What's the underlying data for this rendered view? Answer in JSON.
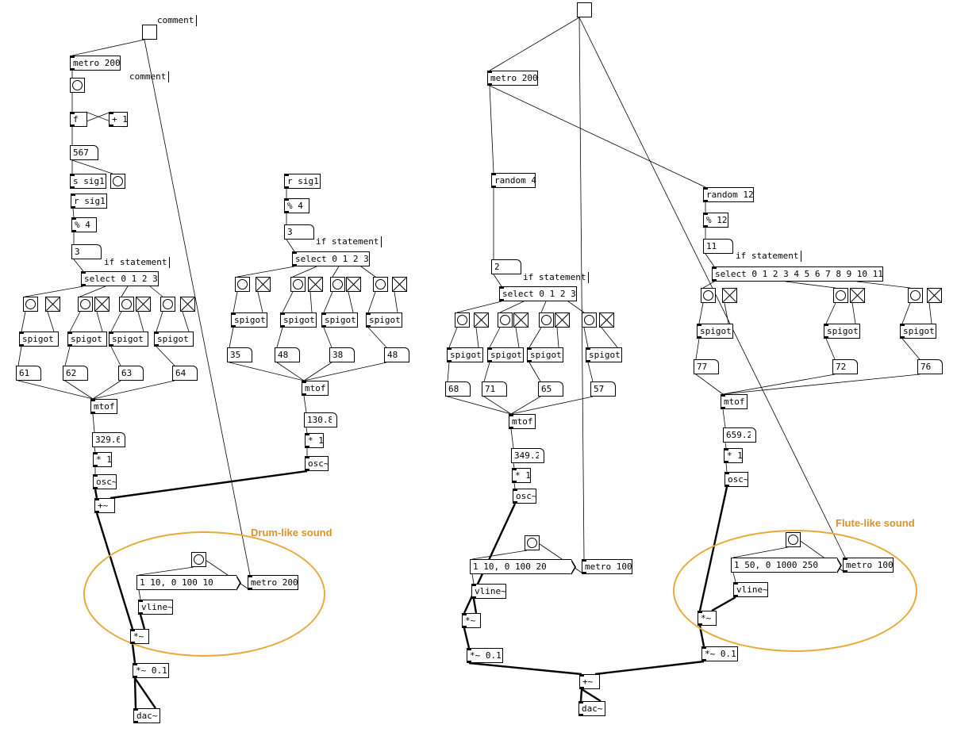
{
  "colors": {
    "annotation": "#d9922b",
    "ellipse": "#e8a93a",
    "cord": "#000000"
  },
  "patch_left": {
    "loadbang_toggle": "toggle",
    "comment_top": "comment",
    "comment_mid": "comment",
    "metro": "metro 200",
    "bang": "bang",
    "float": "f",
    "plus": "+ 1",
    "counter_value": "567",
    "send": "s sig1",
    "send_bang": "bang",
    "receive": "r sig1",
    "mod": "% 4",
    "mod_value": "3",
    "if_comment": "if statement",
    "select": "select 0 1 2 3",
    "spigots": [
      "spigot",
      "spigot",
      "spigot",
      "spigot"
    ],
    "notes": [
      "61",
      "62",
      "63",
      "64"
    ],
    "mtof": "mtof",
    "freq": "329.6",
    "mult": "* 1",
    "osc": "osc~",
    "add": "+~",
    "annotation": "Drum-like sound",
    "env_msg": "1 10, 0 100 10",
    "env_metro": "metro 200",
    "vline": "vline~",
    "env_mult": "*~",
    "gain": "*~ 0.1",
    "dac": "dac~"
  },
  "patch_mid": {
    "receive": "r sig1",
    "mod": "% 4",
    "mod_value": "3",
    "if_comment": "if statement",
    "select": "select 0 1 2 3",
    "spigots": [
      "spigot",
      "spigot",
      "spigot",
      "spigot"
    ],
    "notes": [
      "35",
      "48",
      "38",
      "48"
    ],
    "mtof": "mtof",
    "freq": "130.8",
    "mult": "* 1",
    "osc": "osc~"
  },
  "patch_right": {
    "top_toggle": "toggle",
    "metro": "metro 200",
    "random4": "random 4",
    "random4_value": "2",
    "if_comment_a": "if statement",
    "select_a": "select 0 1 2 3",
    "spigots_a": [
      "spigot",
      "spigot",
      "spigot",
      "spigot"
    ],
    "notes_a": [
      "68",
      "71",
      "65",
      "57"
    ],
    "mtof_a": "mtof",
    "freq_a": "349.2",
    "mult_a": "* 1",
    "osc_a": "osc~",
    "env_msg_a": "1 10, 0 100 20",
    "env_metro_a": "metro 100",
    "vline_a": "vline~",
    "env_mult_a": "*~",
    "gain_a": "*~ 0.1",
    "random12": "random 12",
    "mod12": "% 12",
    "random12_value": "11",
    "if_comment_b": "if statement",
    "select_b": "select 0 1 2 3 4 5 6 7 8 9 10 11",
    "spigots_b": [
      "spigot",
      "spigot",
      "spigot"
    ],
    "notes_b": [
      "77",
      "72",
      "76"
    ],
    "mtof_b": "mtof",
    "freq_b": "659.2",
    "mult_b": "* 1",
    "osc_b": "osc~",
    "annotation": "Flute-like sound",
    "env_msg_b": "1 50, 0 1000 250",
    "env_metro_b": "metro 100",
    "vline_b": "vline~",
    "env_mult_b": "*~",
    "gain_b": "*~ 0.1",
    "sum": "+~",
    "dac": "dac~"
  }
}
